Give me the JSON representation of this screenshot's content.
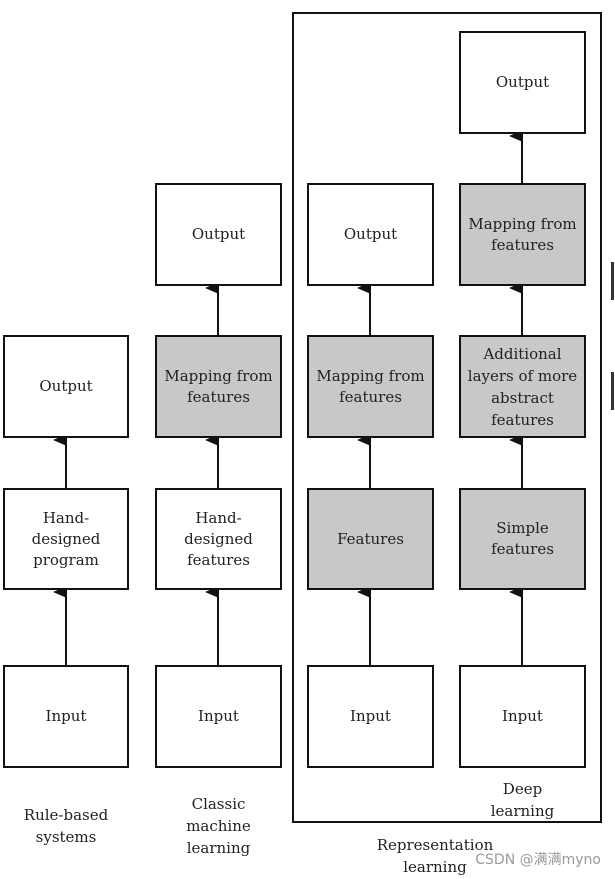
{
  "columns": {
    "rule_based": {
      "boxes": [
        "Output",
        "Hand-\ndesigned\nprogram",
        "Input"
      ],
      "caption": "Rule-based\nsystems"
    },
    "classic_ml": {
      "boxes": [
        "Output",
        "Mapping from\nfeatures",
        "Hand-\ndesigned\nfeatures",
        "Input"
      ],
      "caption": "Classic\nmachine\nlearning"
    },
    "representation": {
      "boxes": [
        "Output",
        "Mapping from\nfeatures",
        "Features",
        "Input"
      ]
    },
    "deep": {
      "boxes": [
        "Output",
        "Mapping from\nfeatures",
        "Additional\nlayers of more\nabstract\nfeatures",
        "Simple\nfeatures",
        "Input"
      ],
      "caption": "Deep\nlearning"
    }
  },
  "frame_caption": "Representation\nlearning",
  "watermark": "CSDN @满满myno",
  "colors": {
    "shaded": "#c8c8c8",
    "border": "#111111"
  }
}
